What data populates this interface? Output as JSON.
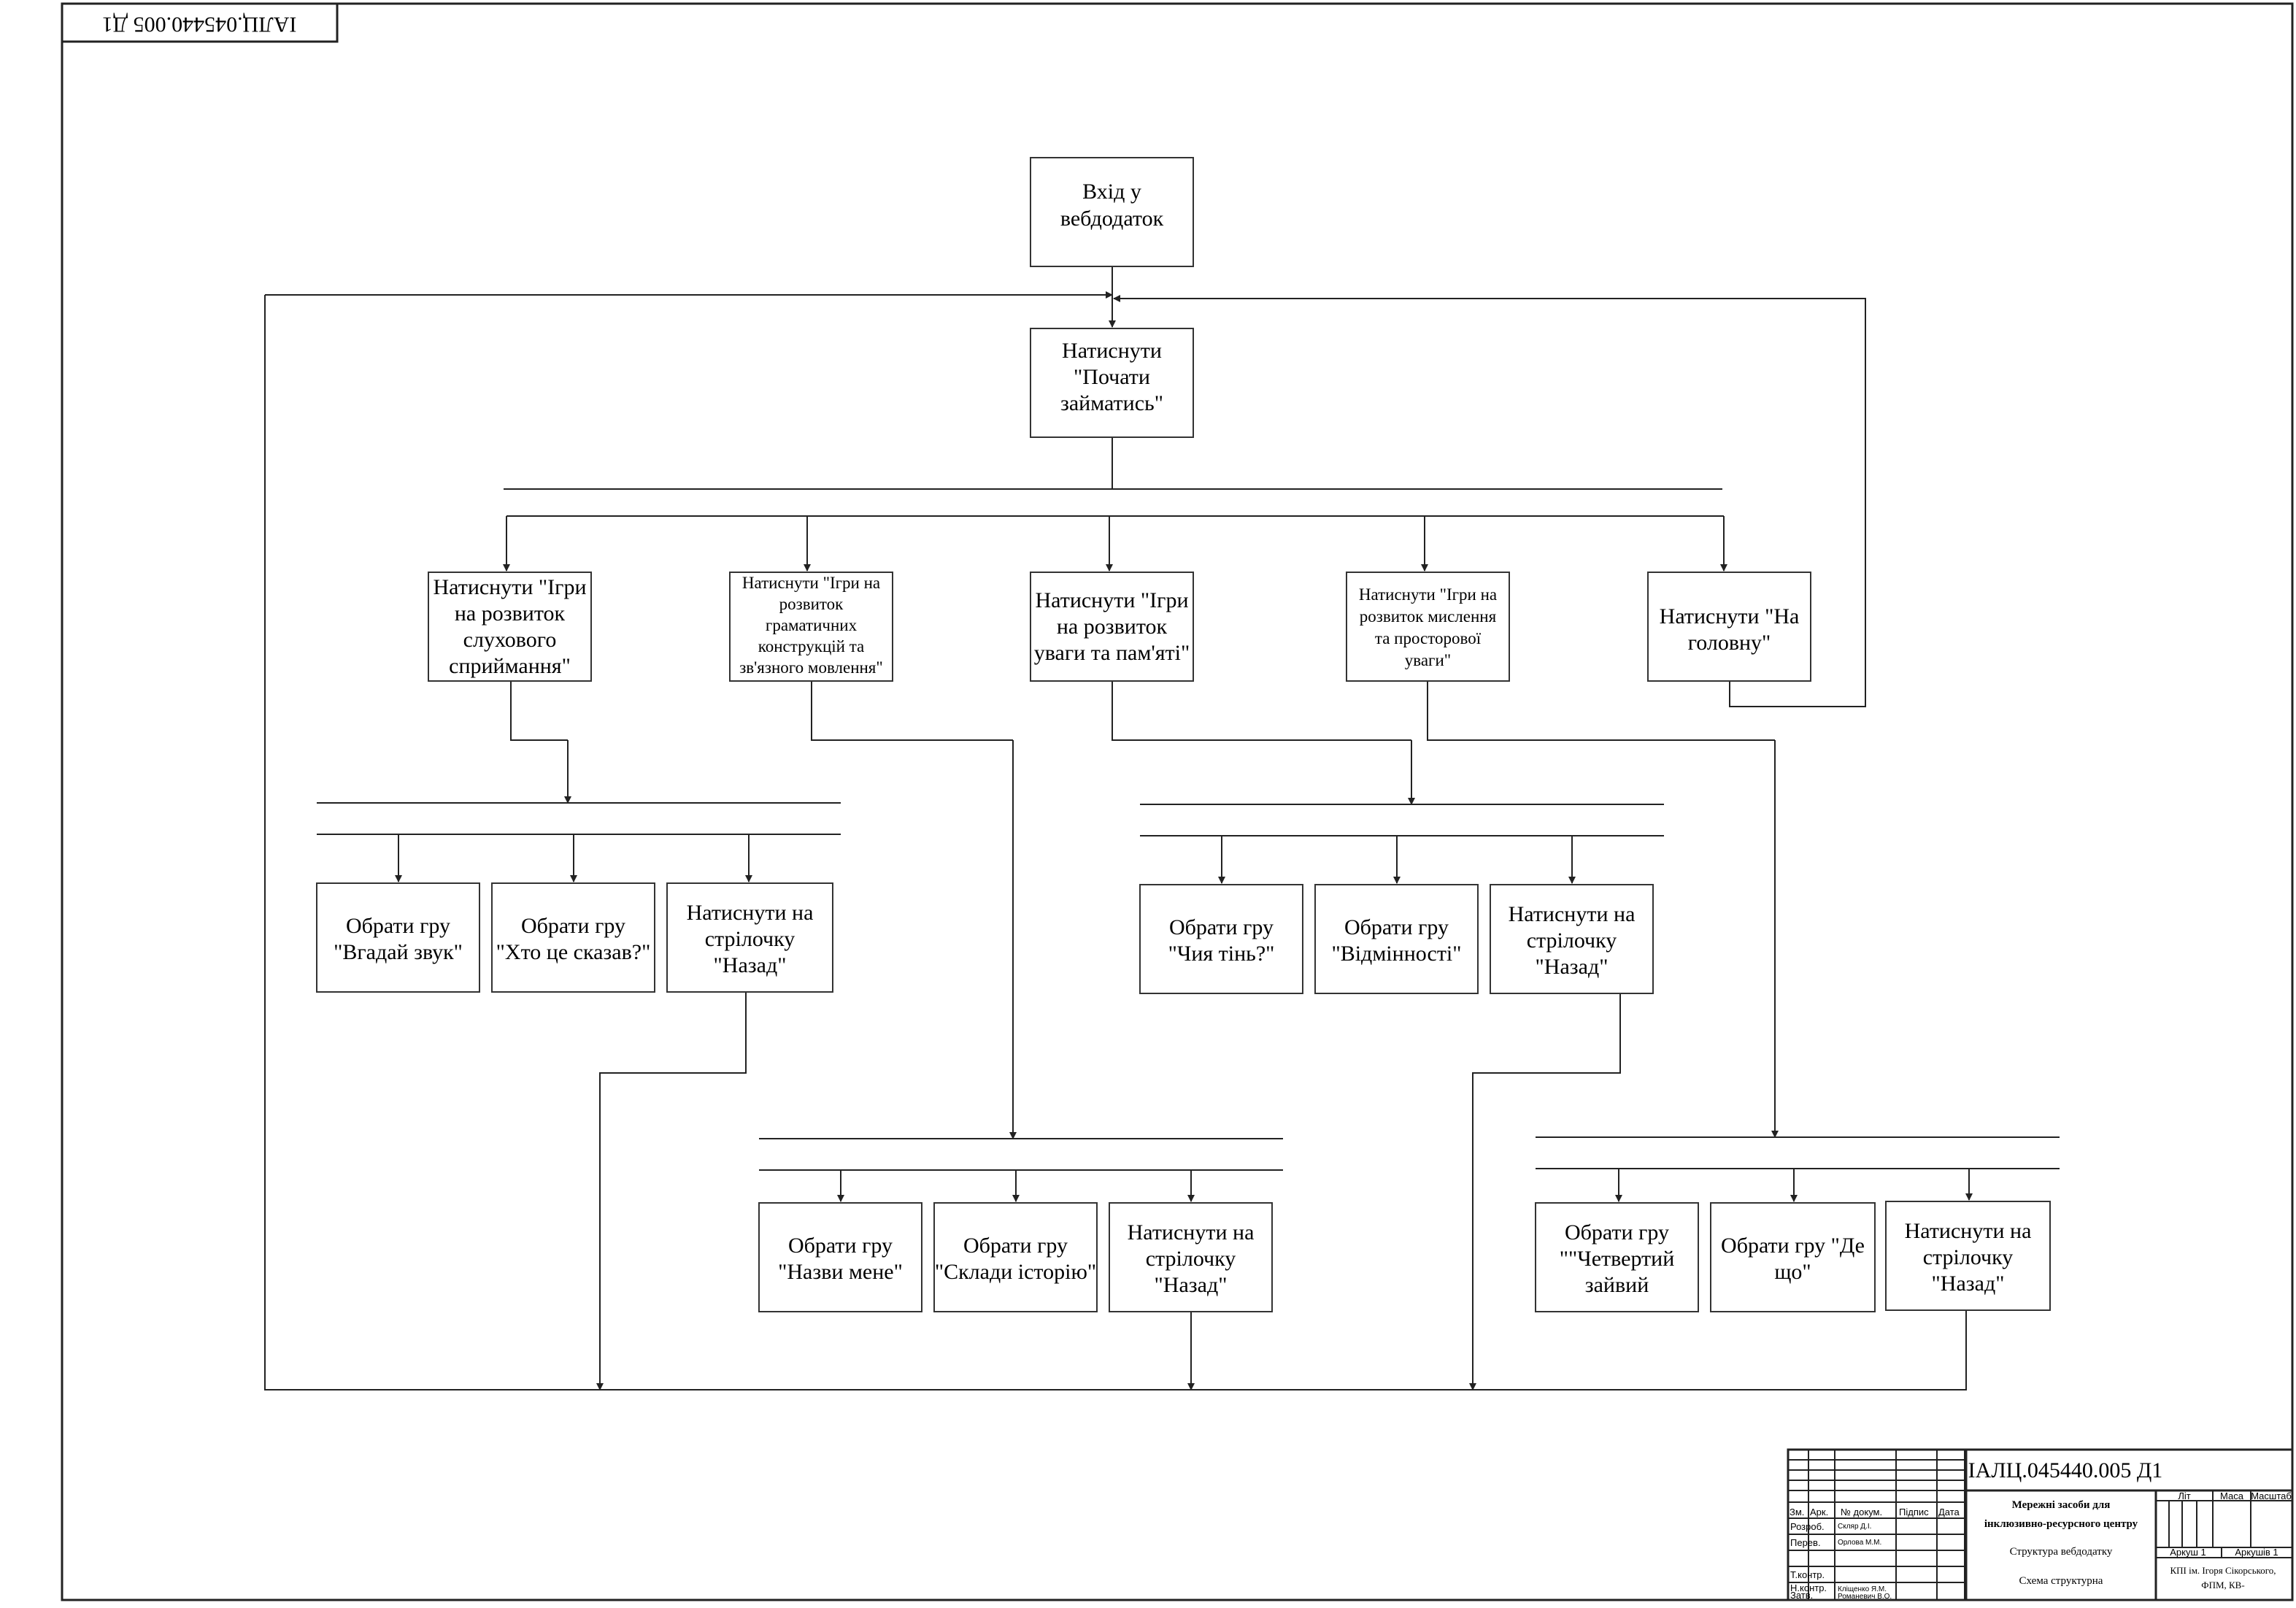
{
  "doc_code": "ІАЛЦ.045440.005 Д1",
  "doc_code_rotated": "ІАЛЦ.045440.005 Д1",
  "nodes": {
    "entry": [
      "Вхід у",
      "вебдодаток"
    ],
    "start": [
      "Натиснути",
      "\"Почати",
      "займатись\""
    ],
    "cat_hearing": [
      "Натиснути \"Ігри",
      "на розвиток",
      "слухового",
      "сприймання\""
    ],
    "cat_grammar": [
      "Натиснути \"Ігри на",
      "розвиток",
      "граматичних",
      "конструкцій та",
      "зв'язного мовлення\""
    ],
    "cat_attention": [
      "Натиснути \"Ігри",
      "на розвиток",
      "уваги та пам'яті\""
    ],
    "cat_thinking": [
      "Натиснути \"Ігри на",
      "розвиток мислення",
      "та просторової",
      "уваги\""
    ],
    "home": [
      "Натиснути \"На",
      "головну\""
    ],
    "h_game1": [
      "Обрати гру",
      "\"Вгадай звук\""
    ],
    "h_game2": [
      "Обрати гру",
      "\"Хто це сказав?\""
    ],
    "h_back": [
      "Натиснути на",
      "стрілочку",
      "\"Назад\""
    ],
    "a_game1": [
      "Обрати гру",
      "\"Чия тінь?\""
    ],
    "a_game2": [
      "Обрати гру",
      "\"Відмінності\""
    ],
    "a_back": [
      "Натиснути на",
      "стрілочку",
      "\"Назад\""
    ],
    "g_game1": [
      "Обрати гру",
      "\"Назви мене\""
    ],
    "g_game2": [
      "Обрати гру",
      "\"Склади історію\""
    ],
    "g_back": [
      "Натиснути на",
      "стрілочку",
      "\"Назад\""
    ],
    "t_game1": [
      "Обрати гру",
      "\"\"Четвертий",
      "зайвий"
    ],
    "t_game2": [
      "Обрати гру \"Де",
      "що\""
    ],
    "t_back": [
      "Натиснути на",
      "стрілочку",
      "\"Назад\""
    ]
  },
  "title_block": {
    "code": "ІАЛЦ.045440.005 Д1",
    "col_headers": [
      "Зм.",
      "Арк.",
      "№ докум.",
      "Підпис",
      "Дата"
    ],
    "roles": [
      "Розроб.",
      "Перев.",
      "",
      "Т.контр.",
      "Н.контр.",
      "Затв."
    ],
    "names": [
      "Скляр Д.І.",
      "Орлова М.М.",
      "",
      "",
      "Кліщенко Я.М.",
      "Романевич В.О."
    ],
    "title_lines": [
      "Мережні засоби для",
      "інклюзивно-ресурсного центру"
    ],
    "subtitle1": "Структура вебдодатку",
    "subtitle2": "Схема структурна",
    "lit_label": "Літ",
    "mass_label": "Маса",
    "scale_label": "Масштаб",
    "sheet_label": "Аркуш 1",
    "sheets_label": "Аркушів 1",
    "org_lines": [
      "КПІ ім. Ігоря Сікорського,",
      "ФПМ, КВ-"
    ]
  }
}
